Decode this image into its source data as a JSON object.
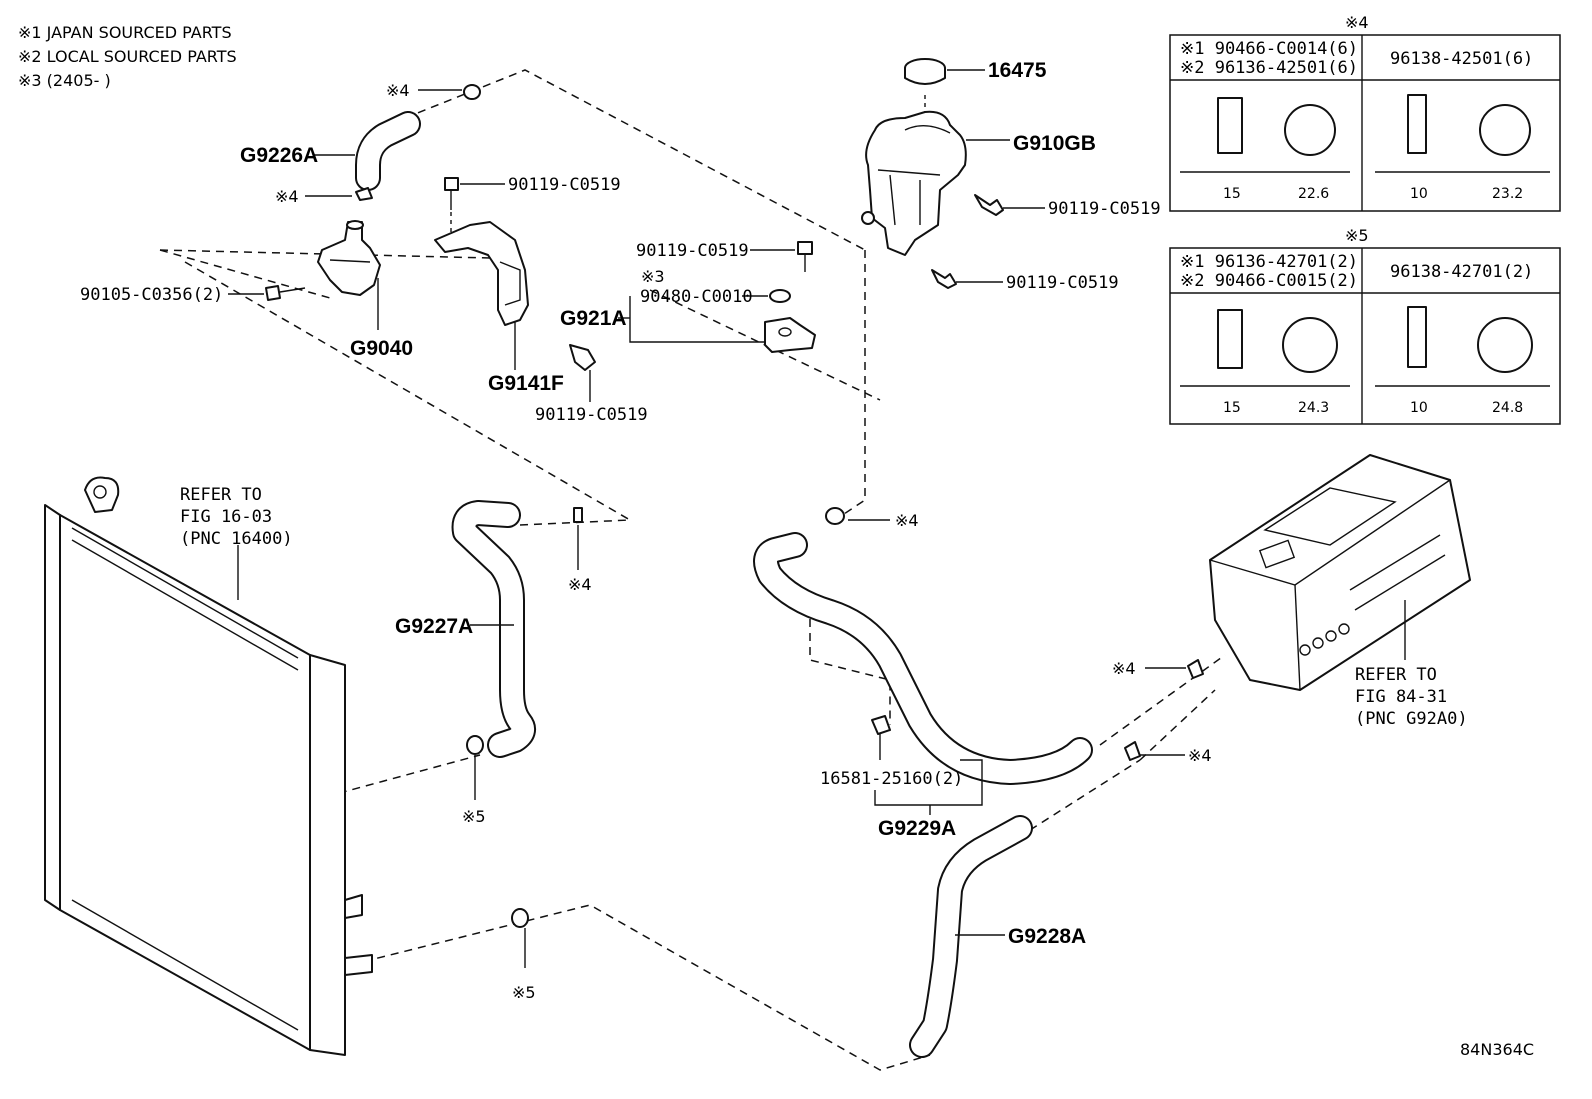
{
  "notes": [
    "※1 JAPAN SOURCED PARTS",
    "※2 LOCAL SOURCED PARTS",
    "※3 (2405-      )"
  ],
  "labels": {
    "cap": "16475",
    "reservoir": "G910GB",
    "bolt_top_left": "90119-C0519",
    "bolt_res_right": "90119-C0519",
    "bolt_res_lower": "90119-C0519",
    "bolt_bracket_top": "90119-C0519",
    "bolt_bracket_bottom": "90119-C0519",
    "hose_upper": "G9226A",
    "pump": "G9040",
    "pump_bolt": "90105-C0356(2)",
    "pump_bracket": "G9141F",
    "bracket": "G921A",
    "bracket_ref": "※3",
    "grommet": "90480-C0010",
    "radiator_ref_1": "REFER TO",
    "radiator_ref_2": "FIG 16-03",
    "radiator_ref_3": "(PNC 16400)",
    "hose_mid": "G9227A",
    "hose_long": "G9229A",
    "clip": "16581-25160(2)",
    "hose_lower": "G9228A",
    "inverter_ref_1": "REFER TO",
    "inverter_ref_2": "FIG 84-31",
    "inverter_ref_3": "(PNC G92A0)",
    "mark4": "※4",
    "mark5": "※5",
    "diagram_code": "84N364C"
  },
  "table4": {
    "title": "※4",
    "col1_line1": "※1 90466-C0014(6)",
    "col1_line2": "※2 96136-42501(6)",
    "col2": "96138-42501(6)",
    "dims": [
      "15",
      "22.6",
      "10",
      "23.2"
    ]
  },
  "table5": {
    "title": "※5",
    "col1_line1": "※1 96136-42701(2)",
    "col1_line2": "※2 90466-C0015(2)",
    "col2": "96138-42701(2)",
    "dims": [
      "15",
      "24.3",
      "10",
      "24.8"
    ]
  }
}
